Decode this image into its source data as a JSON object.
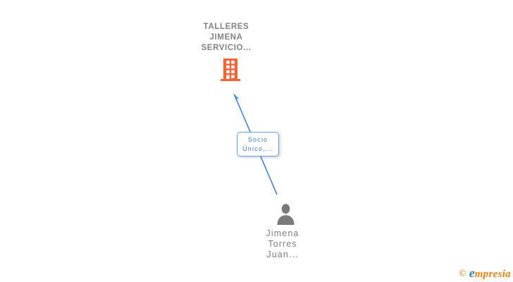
{
  "colors": {
    "building": "#FB6234",
    "edge": "#4484DC",
    "box-border": "#6C9FE0",
    "box-text": "#3E7CC9",
    "company-text": "#828282",
    "person-icon": "#7A7A7A",
    "person-text": "#7E7E7E",
    "logo-orange": "#E8820F",
    "logo-blue": "#2F83AC"
  },
  "company_node": {
    "name_lines": [
      "TALLERES",
      "JIMENA",
      "SERVICIO..."
    ],
    "icon": "building-icon"
  },
  "edge": {
    "label_lines": [
      "Socio",
      "Único,..."
    ],
    "direction": "person-to-company",
    "style": "arrow"
  },
  "person_node": {
    "name_lines": [
      "Jimena",
      "Torres",
      "Juan..."
    ],
    "icon": "person-icon"
  },
  "footer": {
    "copyright_symbol": "©",
    "brand_initial": "e",
    "brand_rest": "mpresia"
  }
}
